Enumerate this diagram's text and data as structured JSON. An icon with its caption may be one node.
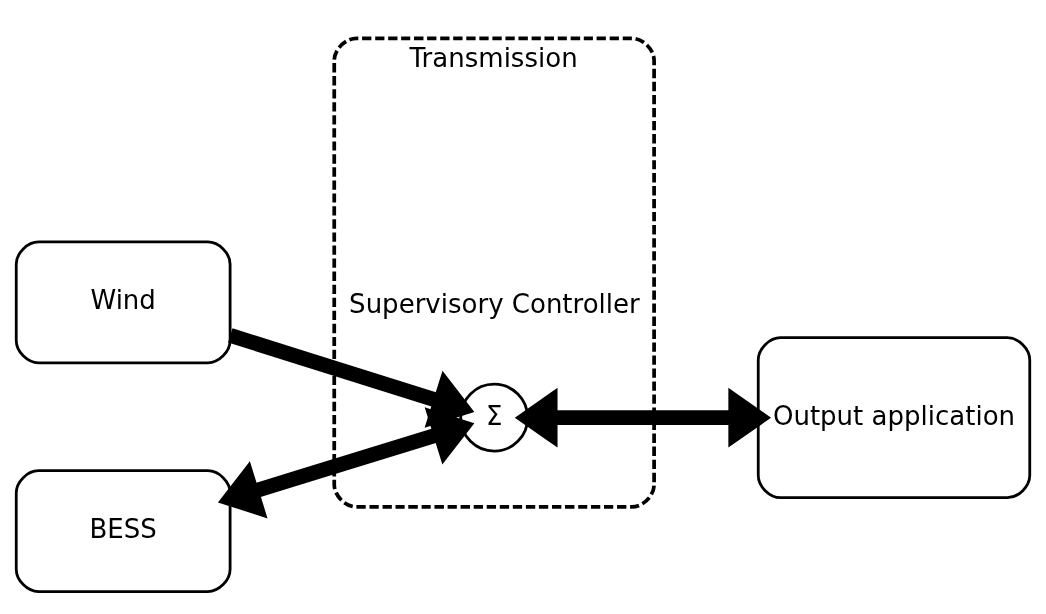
{
  "diagram": {
    "nodes": [
      {
        "text": [
          "Transmission",
          "Supervisory Controller"
        ]
      },
      {
        "text": [
          "Wind"
        ]
      },
      {
        "text": [
          "Σ"
        ],
        "in": 0
      },
      {
        "text": [
          "Output application"
        ]
      },
      {
        "text": [
          "BESS"
        ]
      }
    ],
    "edges": [
      {
        "from": 1,
        "to": 2,
        "arrow": "to"
      },
      {
        "from": 2,
        "to": 3,
        "arrow": "both"
      },
      {
        "from": 2,
        "to": 4,
        "arrow": "both"
      }
    ]
  }
}
